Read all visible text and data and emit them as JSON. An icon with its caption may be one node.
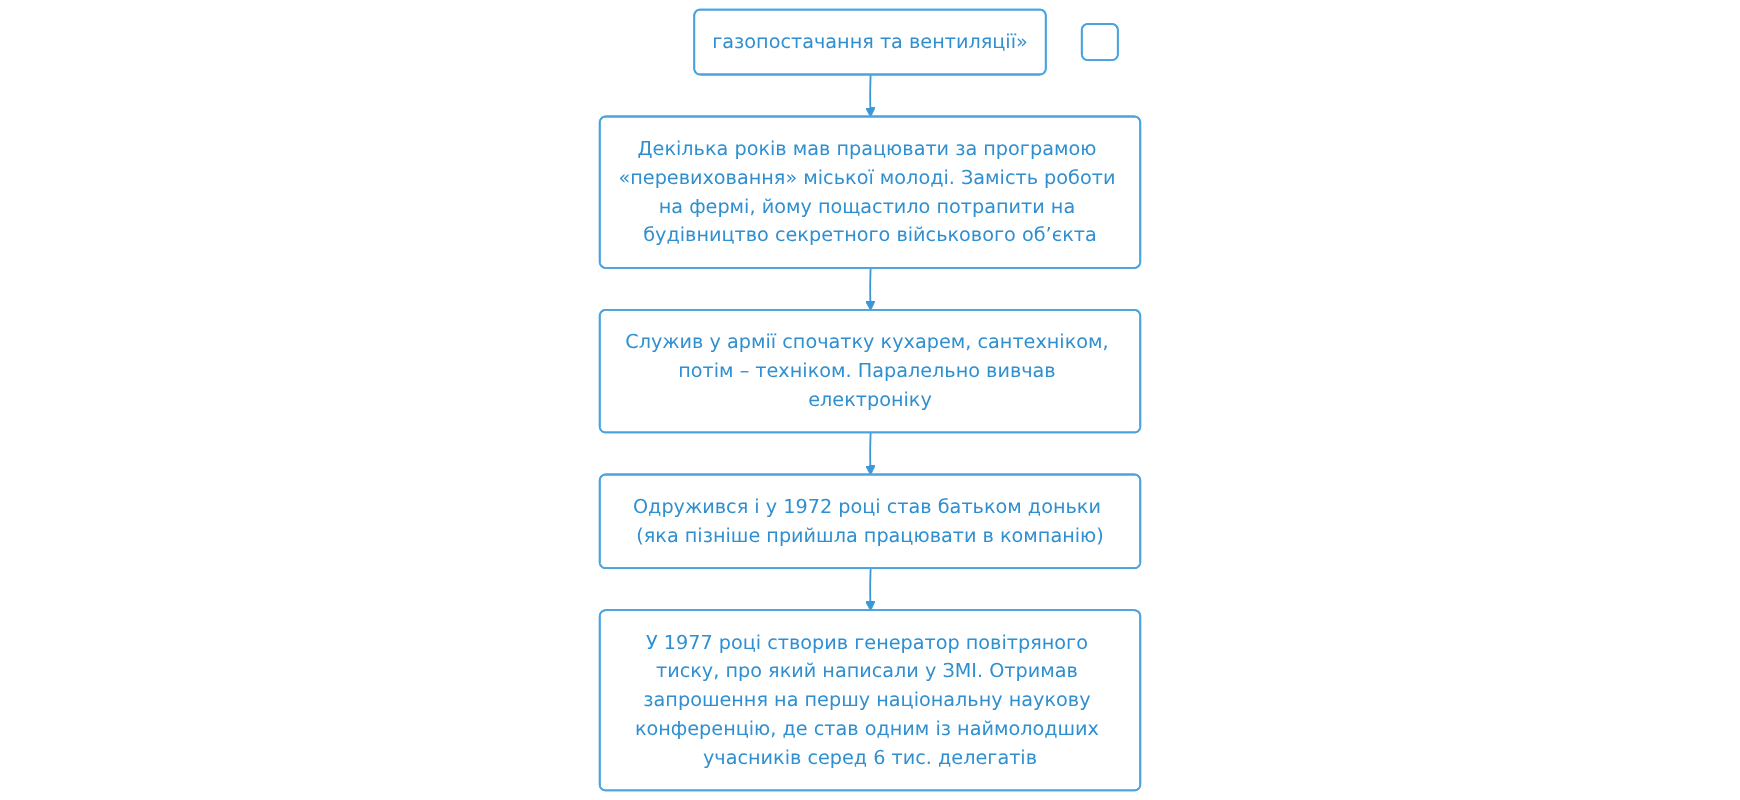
{
  "diagram": {
    "nodes": [
      {
        "text": [
          "газопостачання та вентиляції»"
        ]
      },
      {
        "text": [],
        "shape": "box"
      },
      {
        "text": [
          "Декілька років мав працювати за програмою «перевиховання» міської молоді. Замість роботи на фермі, йому пощастило потрапити на будівництво секретного військового об’єкта"
        ]
      },
      {
        "text": [
          "Служив у армії спочатку кухарем, сантехніком, потім – техніком. Паралельно вивчав електроніку"
        ]
      },
      {
        "text": [
          "Одружився і у 1972 році став батьком доньки (яка пізніше прийшла працювати в компанію)"
        ]
      },
      {
        "text": [
          "У 1977 році створив генератор повітряного тиску, про який написали у ЗМІ. Отримав запрошення на першу національну наукову конференцію, де став одним із наймолодших учасників серед 6 тис. делегатів"
        ]
      }
    ],
    "edges": [
      {
        "from": 0,
        "to": 2,
        "arrow": "to"
      },
      {
        "from": 2,
        "to": 3,
        "arrow": "to"
      },
      {
        "from": 3,
        "to": 4,
        "arrow": "to"
      },
      {
        "from": 4,
        "to": 5,
        "arrow": "to"
      }
    ]
  }
}
